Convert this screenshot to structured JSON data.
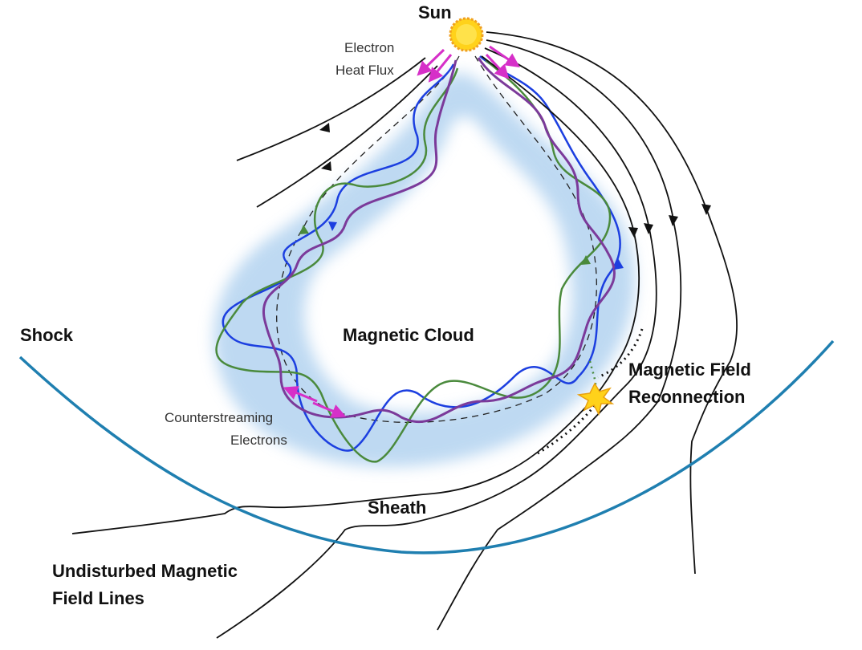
{
  "labels": {
    "sun": "Sun",
    "electron_heat_flux_1": "Electron",
    "electron_heat_flux_2": "Heat Flux",
    "shock": "Shock",
    "magnetic_cloud": "Magnetic Cloud",
    "reconnection_1": "Magnetic Field",
    "reconnection_2": "Reconnection",
    "counterstreaming_1": "Counterstreaming",
    "counterstreaming_2": "Electrons",
    "sheath": "Sheath",
    "undisturbed_1": "Undisturbed Magnetic",
    "undisturbed_2": "Field Lines"
  },
  "colors": {
    "shock": "#1f7fb0",
    "cloud_fill": "#a9cdee",
    "blue_line": "#1c3fe0",
    "green_line": "#4a8a3c",
    "purple_line": "#7b3a9a",
    "magenta_arrow": "#d62fc8",
    "sun": "#ffd21a",
    "field_line": "#111111"
  }
}
